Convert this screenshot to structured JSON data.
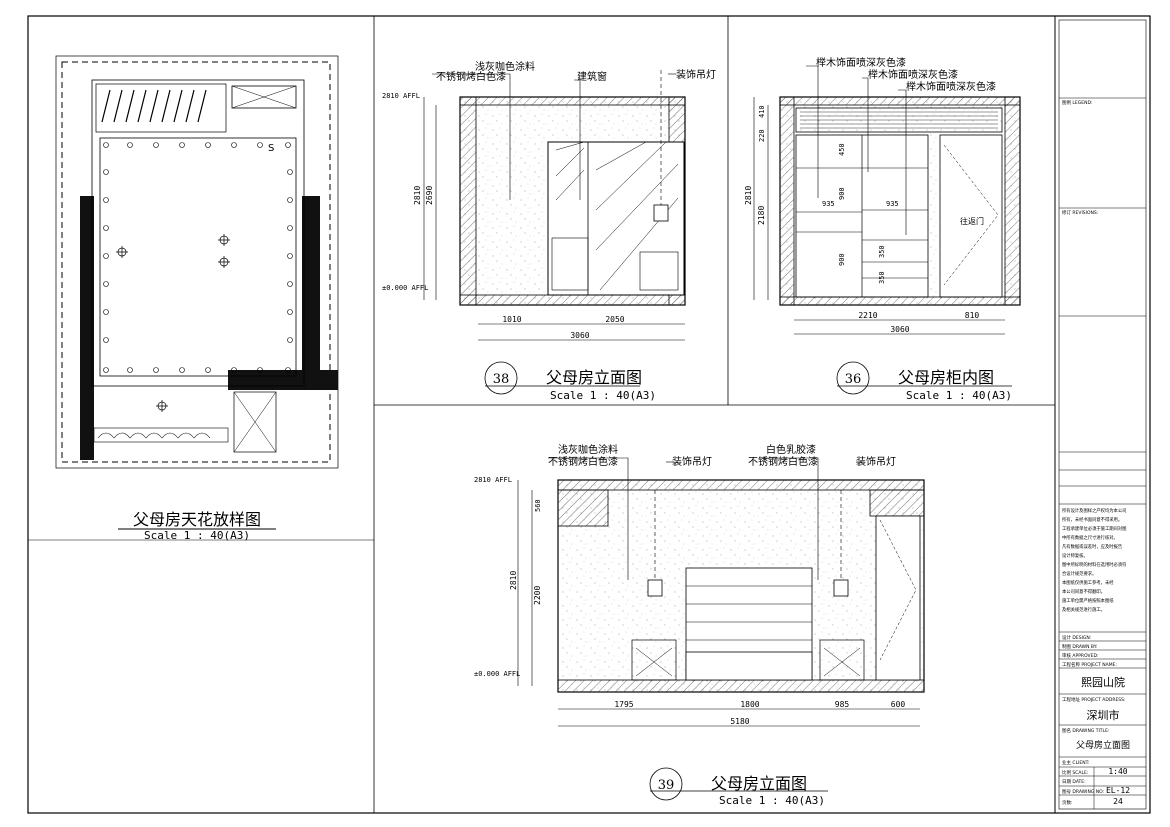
{
  "views": {
    "ceiling": {
      "title": "父母房天花放样图",
      "scale": "Scale 1 : 40(A3)"
    },
    "elev38": {
      "number": "38",
      "title": "父母房立面图",
      "scale": "Scale 1 : 40(A3)",
      "notes": [
        "浅灰咖色涂料",
        "不锈钢烤白色漆",
        "建筑窗",
        "装饰吊灯"
      ],
      "levels": [
        "2810 AFFL",
        "±0.000 AFFL"
      ],
      "dims": [
        "2810",
        "2690",
        "1010",
        "2050",
        "3060"
      ]
    },
    "elev36": {
      "number": "36",
      "title": "父母房柜内图",
      "scale": "Scale 1 : 40(A3)",
      "notes": [
        "榉木饰面喷深灰色漆",
        "榉木饰面喷深灰色漆",
        "榉木饰面喷深灰色漆"
      ],
      "dims": [
        "410",
        "220",
        "2810",
        "2180",
        "450",
        "935",
        "900",
        "935",
        "900",
        "350",
        "350",
        "2210",
        "810",
        "3060"
      ],
      "door_label": "往返门"
    },
    "elev39": {
      "number": "39",
      "title": "父母房立面图",
      "scale": "Scale 1 : 40(A3)",
      "notes": [
        "浅灰咖色涂料",
        "不锈钢烤白色漆",
        "装饰吊灯",
        "白色乳胶漆",
        "不锈钢烤白色漆",
        "装饰吊灯"
      ],
      "levels": [
        "2810 AFFL",
        "±0.000 AFFL"
      ],
      "dims": [
        "560",
        "2810",
        "2200",
        "1795",
        "1800",
        "985",
        "600",
        "5180"
      ]
    }
  },
  "title_block": {
    "legend": "图例 LEGEND:",
    "revisions": "修订 REVISIONS:",
    "notes": [
      "所有设计及图样之产权均为本公司",
      "所有，未经书面同意不得采用。",
      "工程承建单位必须于施工期间对图",
      "中所有数据之尺寸进行核对。",
      "凡有数据或误差时，应及时报告",
      "设计师复核。",
      "图中所标明的材料在选用时必须符",
      "合设计规范要求。",
      "本图纸仅供施工参考，未经",
      "本公司同意不得翻印。",
      "施工单位需严格按照本图纸",
      "及相关规范进行施工。"
    ],
    "rows": {
      "design": "设计 DESIGN:",
      "drawn": "制图 DRAWN BY:",
      "check": "审核 APPROVED:",
      "project_name_label": "工程名称 PROJECT NAME:",
      "project_name": "熙园山院",
      "project_address_label": "工程地址 PROJECT ADDRESS:",
      "project_address": "深圳市",
      "drawing_title_label": "图名 DRAWING TITLE:",
      "drawing_title": "父母房立面图",
      "client_label": "业主 CLIENT:",
      "scale_label": "比例 SCALE:",
      "scale": "1:40",
      "date_label": "日期 DATE:",
      "drawing_no_label": "图号 DRAWING NO:",
      "drawing_no": "EL-12",
      "page_label": "页数:",
      "page": "24"
    }
  }
}
